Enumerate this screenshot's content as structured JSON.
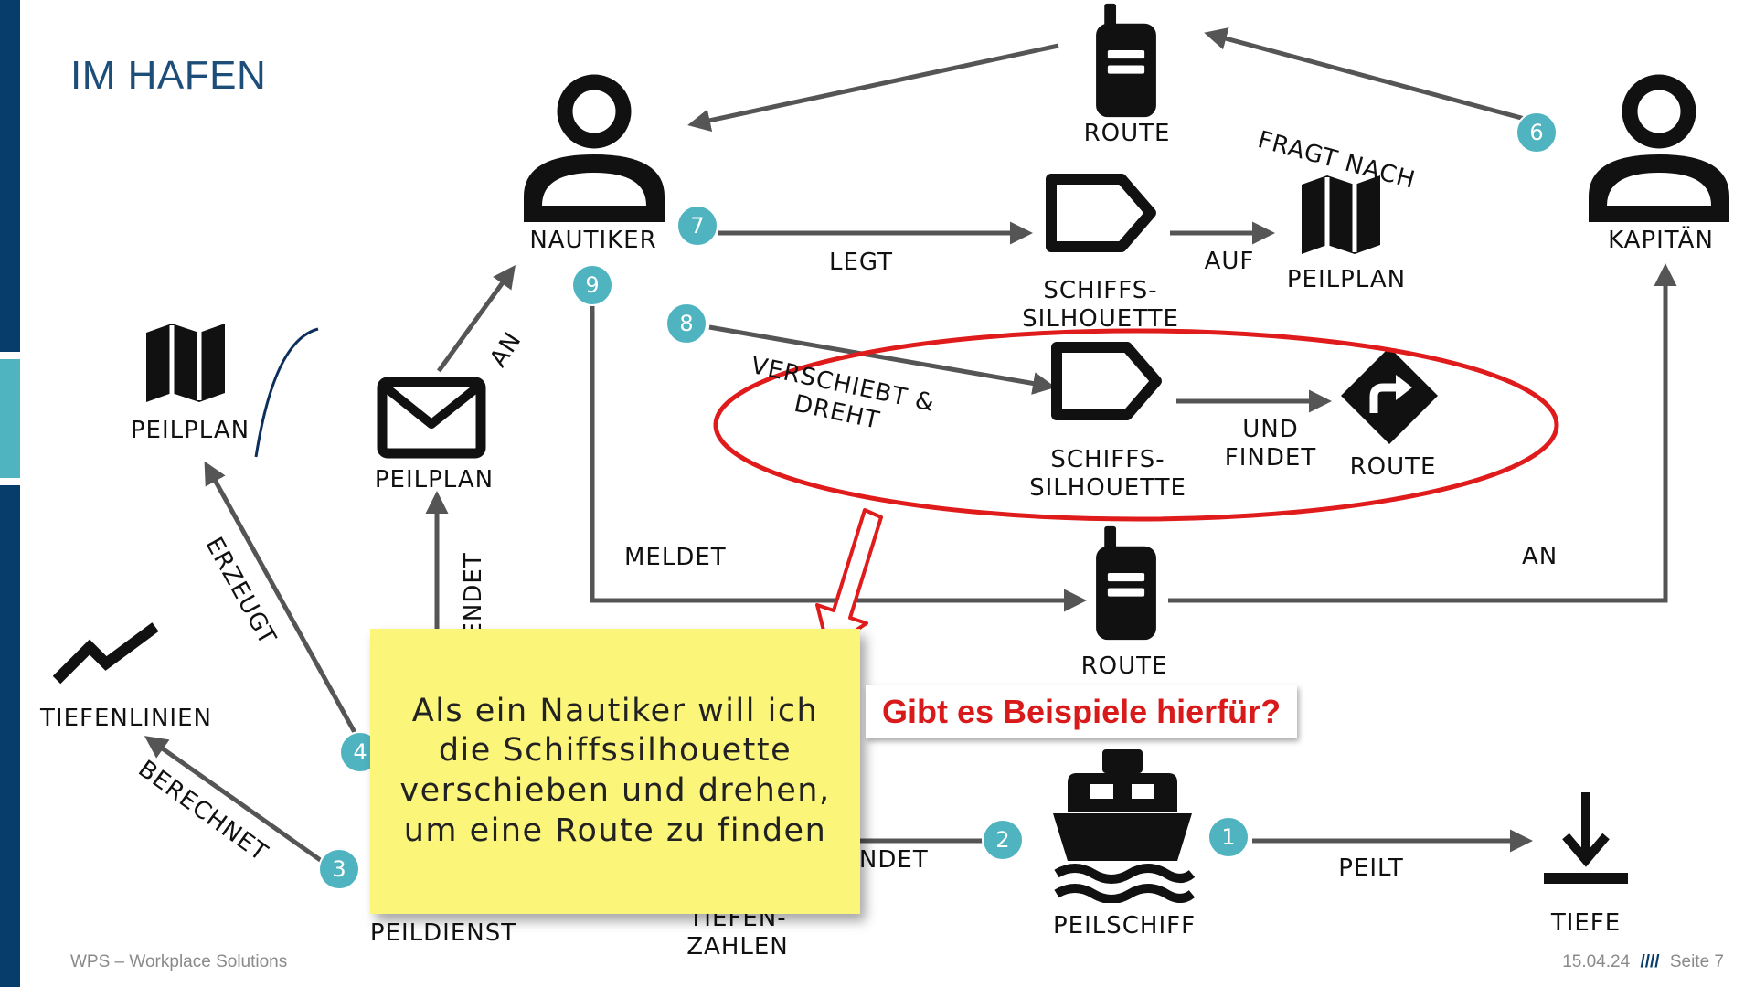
{
  "title": "IM HAFEN",
  "colors": {
    "sidebar_dark": "#063d6b",
    "sidebar_accent": "#4fb3c0",
    "badge": "#4fb3c0",
    "highlight_ellipse": "#e01b1b",
    "sticky_note": "#fbf57a",
    "question_text": "#d91a1a",
    "title_text": "#1d4e7a",
    "arrows": "#555555"
  },
  "actors": {
    "nautiker": "NAUTIKER",
    "kapitaen": "KAPITÄN"
  },
  "objects": {
    "route_top": "ROUTE",
    "route_mid": "ROUTE",
    "route_found": "ROUTE",
    "schiffs_1": "SCHIFFS-\nSILHOUETTE",
    "schiffs_2": "SCHIFFS-\nSILHOUETTE",
    "peilplan_right": "PEILPLAN",
    "peilplan_left": "PEILPLAN",
    "peilplan_mail": "PEILPLAN",
    "tiefenlinien": "TIEFENLINIEN",
    "tiefe": "TIEFE",
    "peilschiff": "PEILSCHIFF",
    "peildienst": "PEILDIENST",
    "tiefenzahlen": "TIEFEN-\nZAHLEN"
  },
  "verbs": {
    "legt": "LEGT",
    "auf": "AUF",
    "fragt_nach": "FRAGT NACH",
    "verschiebt": "VERSCHIEBT &\nDREHT",
    "und_findet": "UND\nFINDET",
    "meldet": "MELDET",
    "an_right": "AN",
    "an_left": "AN",
    "sendet_vertical": "SENDET",
    "sendet_bottom": "SENDET",
    "erzeugt": "ERZEUGT",
    "berechnet": "BERECHNET",
    "peilt": "PEILT"
  },
  "badges": {
    "b1": "1",
    "b2": "2",
    "b3": "3",
    "b4": "4",
    "b6": "6",
    "b7": "7",
    "b8": "8",
    "b9": "9"
  },
  "icons": {
    "person": "person-icon",
    "radio": "radio-icon",
    "tag": "tag-icon",
    "map": "map-icon",
    "envelope": "envelope-icon",
    "direction": "direction-sign-icon",
    "chart_line": "zigzag-line-icon",
    "depth": "depth-arrow-icon",
    "ship": "ship-icon"
  },
  "sticky_note": "Als ein Nautiker will ich\ndie Schiffssilhouette\nverschieben und drehen,\num eine Route zu finden",
  "question": "Gibt es Beispiele hierfür?",
  "footer": {
    "left": "WPS – Workplace Solutions",
    "date": "15.04.24",
    "separator": "////",
    "page": "Seite 7"
  }
}
